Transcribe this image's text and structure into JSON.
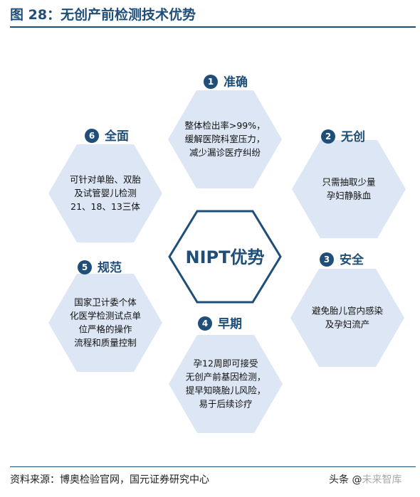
{
  "title": "图 28：无创产前检测技术优势",
  "center": {
    "label": "NIPT优势"
  },
  "items": [
    {
      "num": "1",
      "label": "准确",
      "lines": [
        "整体检出率>99%，",
        "缓解医院科室压力，",
        "减少漏诊医疗纠纷"
      ]
    },
    {
      "num": "2",
      "label": "无创",
      "lines": [
        "只需抽取少量",
        "孕妇静脉血"
      ]
    },
    {
      "num": "3",
      "label": "安全",
      "lines": [
        "避免胎儿宫内感染",
        "及孕妇流产"
      ]
    },
    {
      "num": "4",
      "label": "早期",
      "lines": [
        "孕12周即可接受",
        "无创产前基因检测，",
        "提早知晓胎儿风险，",
        "易于后续诊疗"
      ]
    },
    {
      "num": "5",
      "label": "规范",
      "lines": [
        "国家卫计委个体",
        "化医学检测试点单",
        "位严格的操作",
        "流程和质量控制"
      ]
    },
    {
      "num": "6",
      "label": "全面",
      "lines": [
        "可针对单胎、双胎",
        "及试管婴儿检测",
        "21、18、13三体"
      ]
    }
  ],
  "source": "资料来源：博奥检验官网，国元证券研究中心",
  "watermark": {
    "prefix": "头条 @",
    "brand": "未来智库"
  },
  "colors": {
    "accent": "#1f4e79",
    "hex_fill": "#dce6f4",
    "badge": "#1f4e79"
  }
}
